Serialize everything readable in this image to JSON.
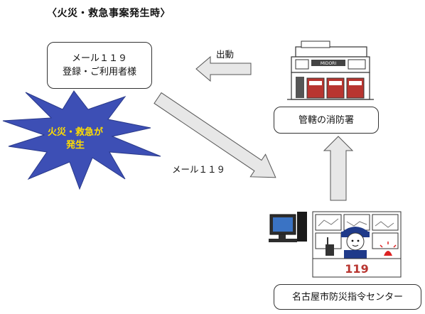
{
  "title": "〈火災・救急事案発生時〉",
  "user_box": {
    "line1": "メール１１９",
    "line2": "登録・ご利用者様"
  },
  "incident": {
    "line1": "火災・救急が",
    "line2": "発生"
  },
  "dispatch_label": "出動",
  "mail_label": "メール１１９",
  "fire_station_box": "管轄の消防署",
  "command_center_box": "名古屋市防災指令センター",
  "command_center_sign": "119",
  "fire_station_sign": "MIDORI",
  "colors": {
    "burst": "#3d4fb5",
    "burst_text": "#ffdd00",
    "arrow_fill": "#e7e7e7",
    "arrow_stroke": "#555555",
    "fire_red": "#b83530",
    "uniform": "#1f3a8a"
  }
}
